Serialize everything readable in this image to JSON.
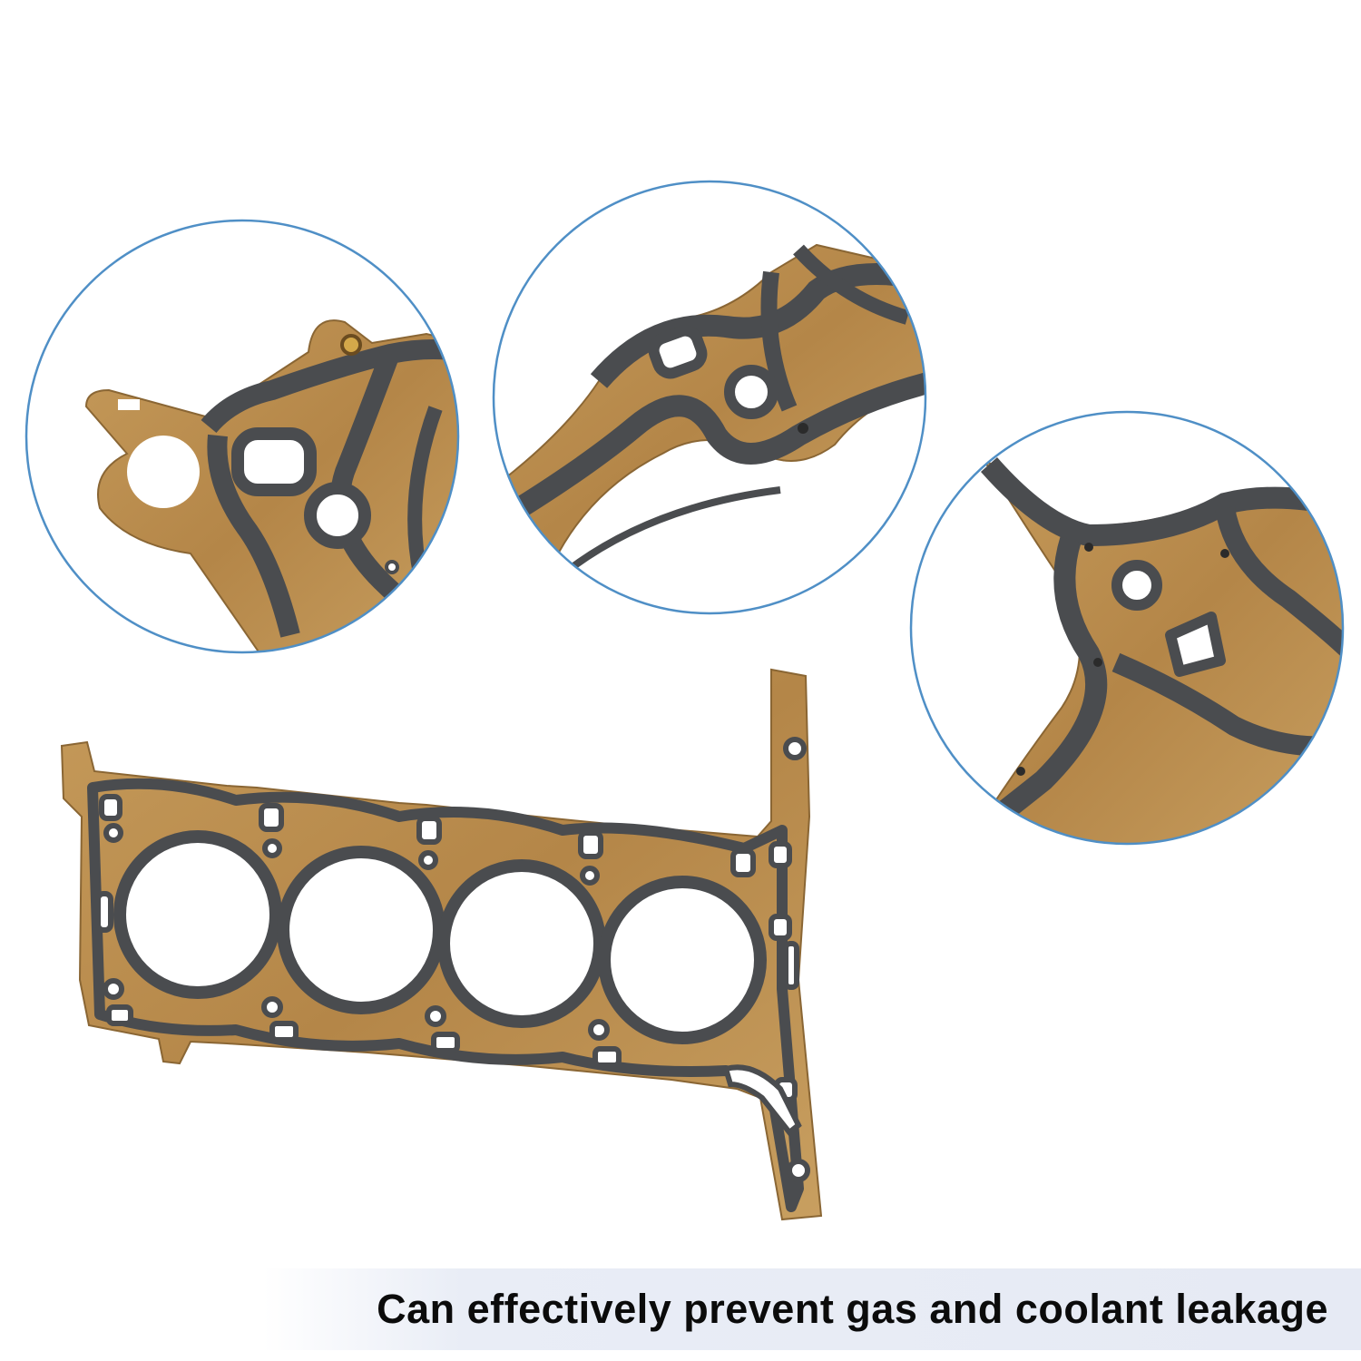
{
  "caption": {
    "text": "Can effectively prevent gas and coolant leakage"
  },
  "colors": {
    "gasket_bronze": "#b98d4f",
    "gasket_bead": "#4a4c4f",
    "circle_outline": "#4f8fc6",
    "caption_band": "#e7ebf4",
    "caption_text": "#0b0b0b"
  },
  "zoom_callouts": [
    "detail-circle-left",
    "detail-circle-center",
    "detail-circle-right"
  ]
}
